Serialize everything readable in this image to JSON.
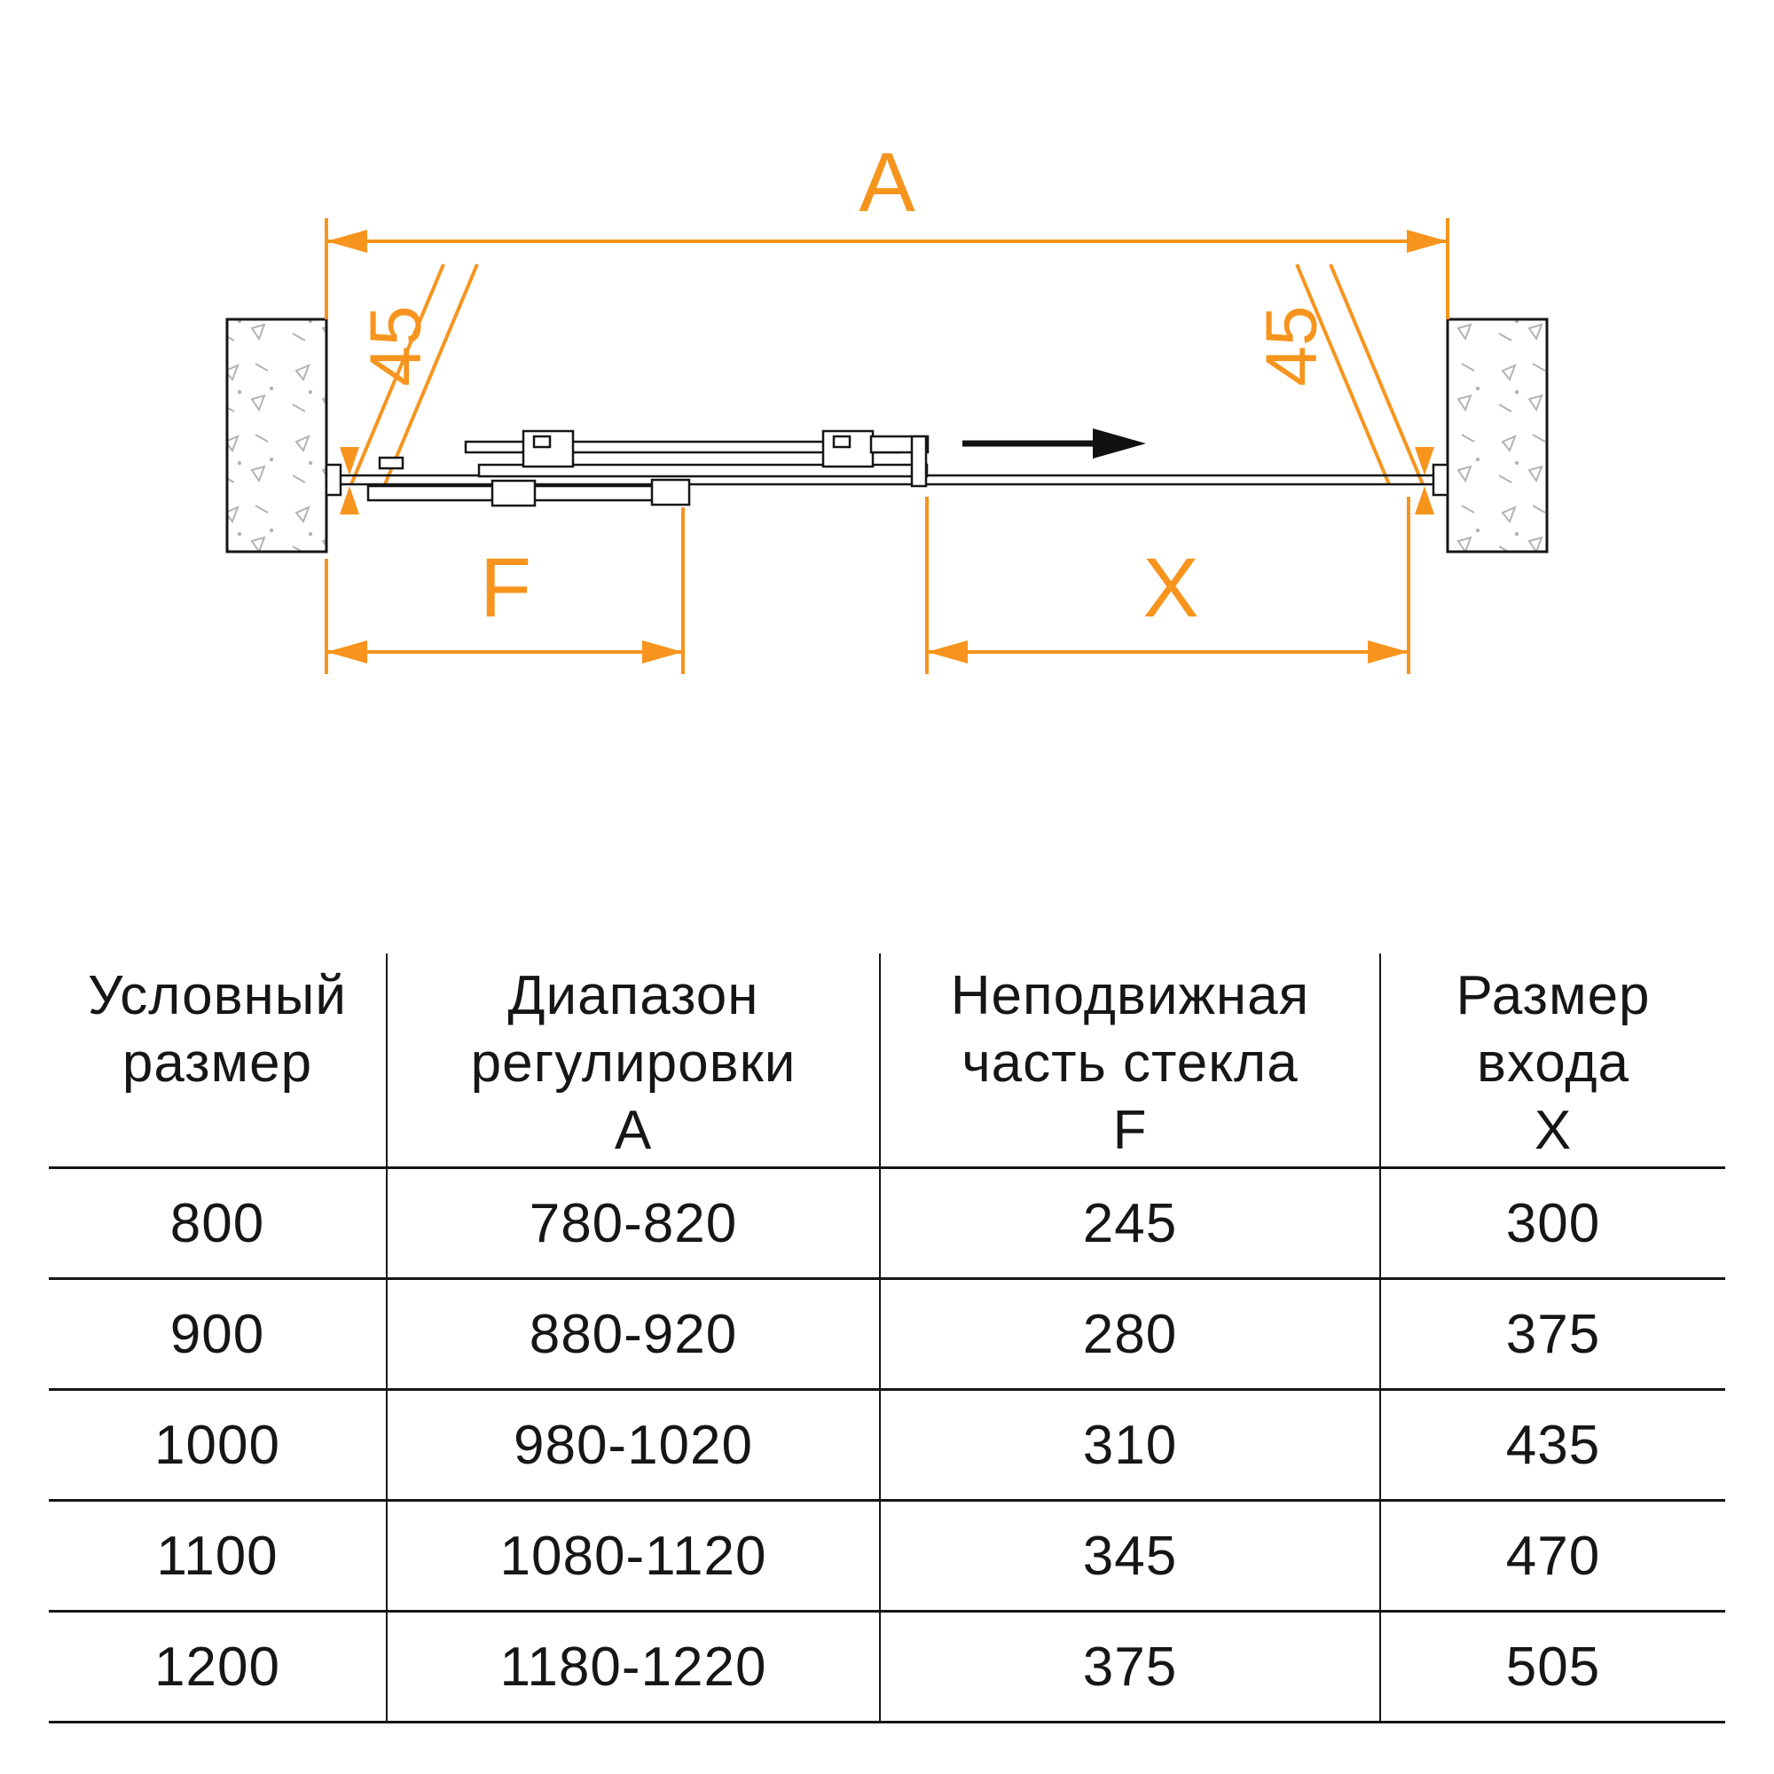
{
  "colors": {
    "accent": "#F7941E",
    "line": "#161616"
  },
  "diagram": {
    "labels": {
      "total_width": "A",
      "fixed_part": "F",
      "entry": "X",
      "wall_left_adjust": "45",
      "wall_right_adjust": "45"
    }
  },
  "table": {
    "columns": [
      {
        "lines": [
          "Условный",
          "размер",
          ""
        ]
      },
      {
        "lines": [
          "Диапазон",
          "регулировки",
          "А"
        ]
      },
      {
        "lines": [
          "Неподвижная",
          "часть стекла",
          "F"
        ]
      },
      {
        "lines": [
          "Размер",
          "входа",
          "Х"
        ]
      }
    ],
    "rows": [
      [
        "800",
        "780-820",
        "245",
        "300"
      ],
      [
        "900",
        "880-920",
        "280",
        "375"
      ],
      [
        "1000",
        "980-1020",
        "310",
        "435"
      ],
      [
        "1100",
        "1080-1120",
        "345",
        "470"
      ],
      [
        "1200",
        "1180-1220",
        "375",
        "505"
      ]
    ]
  }
}
